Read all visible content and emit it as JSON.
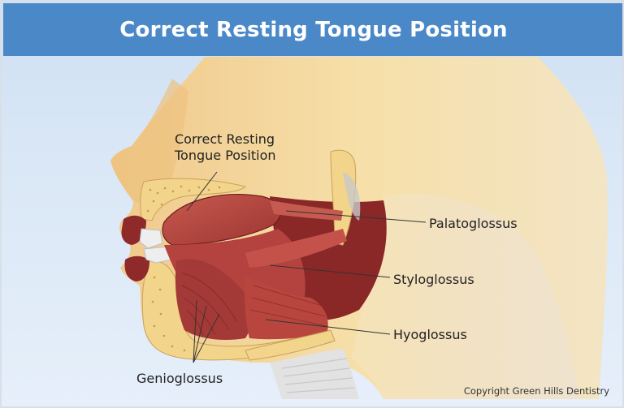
{
  "title": "Correct Resting Tongue Position",
  "labels": {
    "tongue_position_line1": "Correct Resting",
    "tongue_position_line2": "Tongue Position",
    "palatoglossus": "Palatoglossus",
    "styloglossus": "Styloglossus",
    "hyoglossus": "Hyoglossus",
    "genioglossus": "Genioglossus"
  },
  "copyright": "Copyright Green Hills Dentistry",
  "colors": {
    "title_bar": "#4a88c8",
    "background": "#d6e5f5",
    "skin": "#f5dca0",
    "bone": "#f2d48a",
    "muscle": "#b4433f",
    "muscle_dark": "#7a1f1f",
    "teeth": "#eeeeee"
  }
}
